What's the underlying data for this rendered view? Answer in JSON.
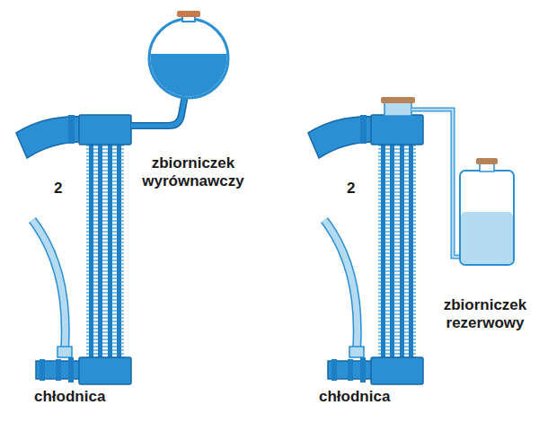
{
  "diagram": {
    "labels": [
      "zbiorniczek wyrównawczy",
      "2",
      "chłodnica",
      "zbiorniczek rezerwowy",
      "2",
      "chłodnica"
    ]
  }
}
